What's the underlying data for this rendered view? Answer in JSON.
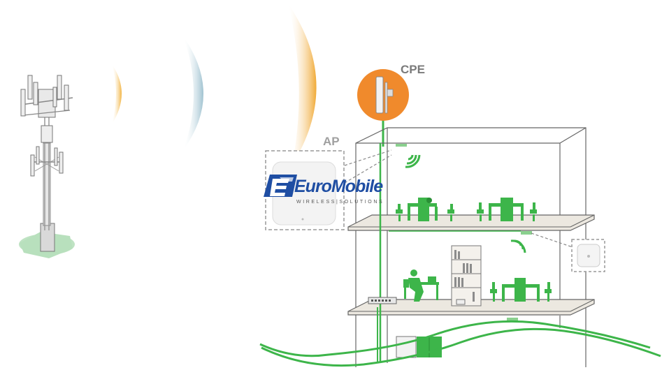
{
  "labels": {
    "cpe": "CPE",
    "ap": "AP"
  },
  "logo": {
    "brand": "EuroMobile",
    "tagline": "WIRELESS|SOLUTIONS"
  },
  "icons": [
    "cell-tower-icon",
    "signal-wave-icon",
    "cpe-antenna-icon",
    "access-point-icon",
    "wifi-signal-icon",
    "desk-workstation-icon",
    "bookshelf-icon",
    "network-switch-icon"
  ],
  "colors": {
    "accent_green": "#3db54a",
    "cpe_orange": "#f08a2c",
    "wave_gold": "#f2b441",
    "wave_blue": "#a7c6d3",
    "logo_blue": "#1f4ea3"
  }
}
